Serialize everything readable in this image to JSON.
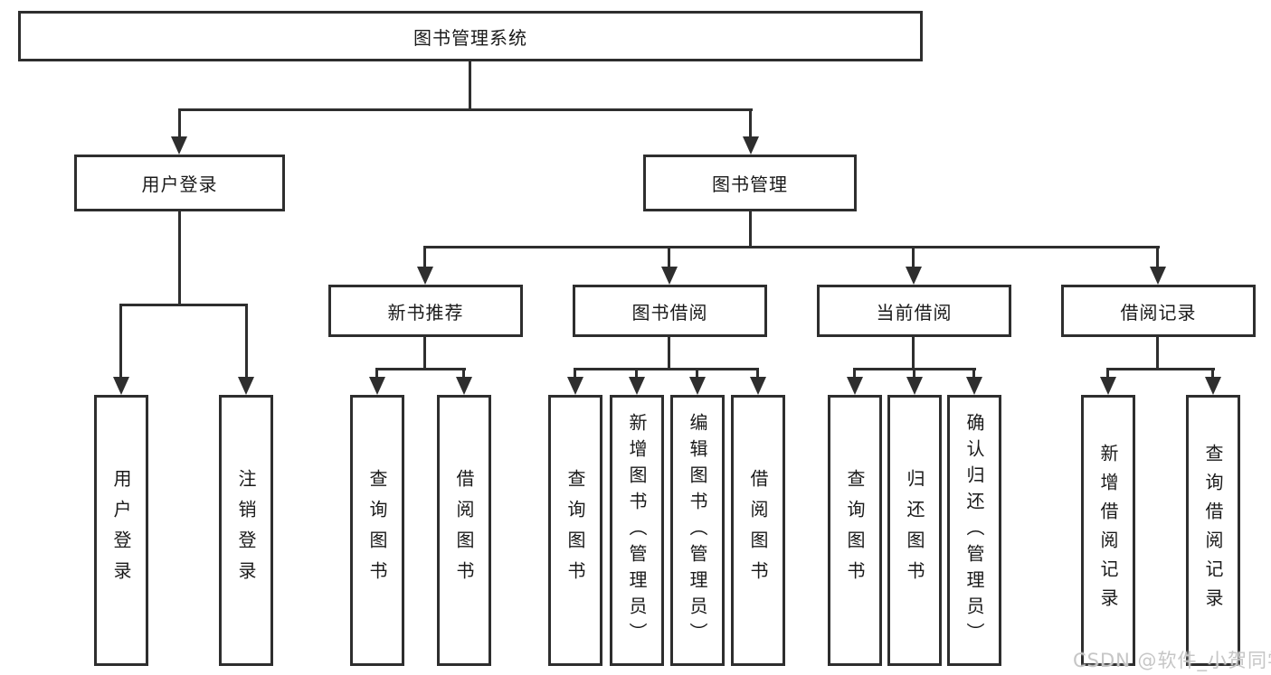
{
  "diagram": {
    "title": "图书管理系统",
    "watermark": "CSDN @软件_小贺同学",
    "colors": {
      "border": "#2e2e2e",
      "text": "#1a1a1a",
      "watermark": "#c6c6c6",
      "background": "#ffffff"
    },
    "nodes": {
      "root": {
        "label": "图书管理系统"
      },
      "user_login": {
        "label": "用户登录"
      },
      "book_mgmt": {
        "label": "图书管理"
      },
      "new_book_rec": {
        "label": "新书推荐"
      },
      "book_borrow": {
        "label": "图书借阅"
      },
      "current_borrow": {
        "label": "当前借阅"
      },
      "borrow_records": {
        "label": "借阅记录"
      },
      "leaf_user_login": {
        "label": "用户登录"
      },
      "leaf_logout": {
        "label": "注销登录"
      },
      "leaf_nb_query": {
        "label": "查询图书"
      },
      "leaf_nb_borrow": {
        "label": "借阅图书"
      },
      "leaf_bb_query": {
        "label": "查询图书"
      },
      "leaf_bb_add": {
        "label": "新增图书（管理员）"
      },
      "leaf_bb_edit": {
        "label": "编辑图书（管理员）"
      },
      "leaf_bb_borrow": {
        "label": "借阅图书"
      },
      "leaf_cb_query": {
        "label": "查询图书"
      },
      "leaf_cb_return": {
        "label": "归还图书"
      },
      "leaf_cb_confirm": {
        "label": "确认归还（管理员）"
      },
      "leaf_br_add": {
        "label": "新增借阅记录"
      },
      "leaf_br_query": {
        "label": "查询借阅记录"
      }
    },
    "structure": {
      "root_children": [
        "用户登录",
        "图书管理"
      ],
      "user_login_children": [
        "用户登录",
        "注销登录"
      ],
      "book_mgmt_children": [
        "新书推荐",
        "图书借阅",
        "当前借阅",
        "借阅记录"
      ],
      "new_book_rec_children": [
        "查询图书",
        "借阅图书"
      ],
      "book_borrow_children": [
        "查询图书",
        "新增图书（管理员）",
        "编辑图书（管理员）",
        "借阅图书"
      ],
      "current_borrow_children": [
        "查询图书",
        "归还图书",
        "确认归还（管理员）"
      ],
      "borrow_records_children": [
        "新增借阅记录",
        "查询借阅记录"
      ]
    }
  }
}
